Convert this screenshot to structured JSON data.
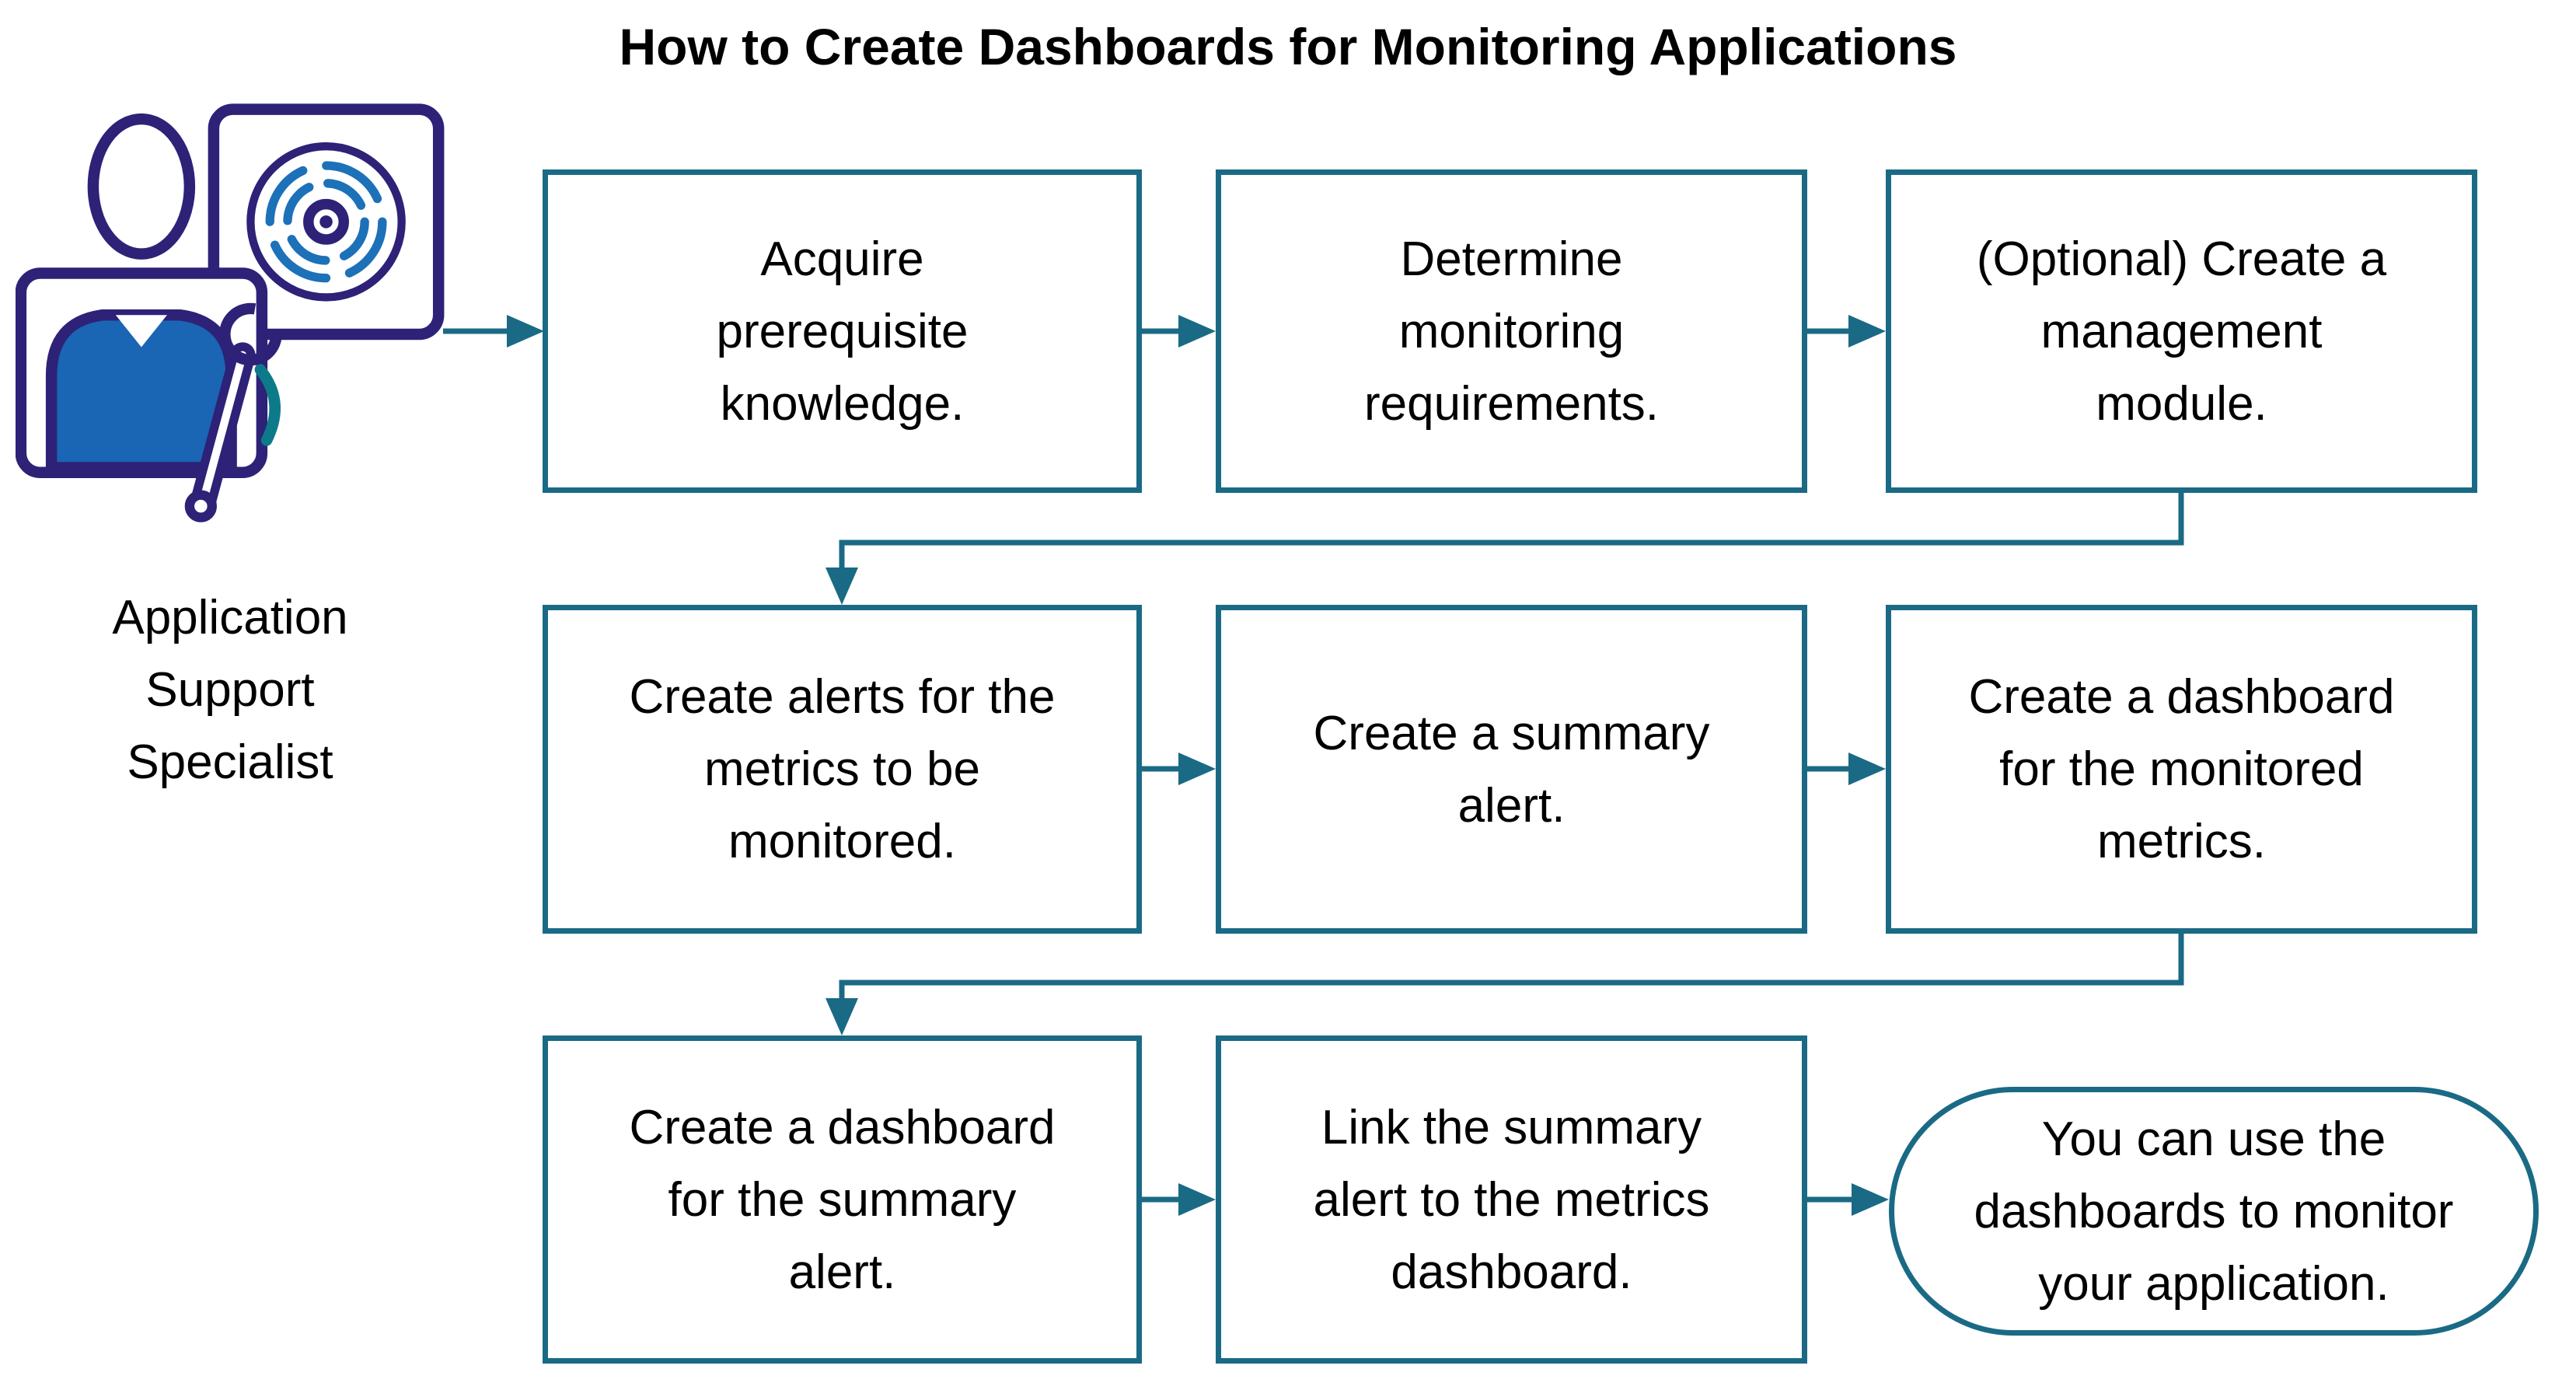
{
  "title": "How to Create Dashboards for Monitoring Applications",
  "actor": {
    "label": "Application\nSupport\nSpecialist",
    "icon": "application-support-specialist-icon"
  },
  "colors": {
    "line": "#1a6a85",
    "ink": "#000000",
    "icon_dark": "#2d2277",
    "icon_blue": "#1a65b4",
    "icon_teal": "#0d7a8a"
  },
  "flow": {
    "rows": [
      {
        "nodes": [
          {
            "label": "Acquire\nprerequisite\nknowledge.",
            "shape": "rect"
          },
          {
            "label": "Determine\nmonitoring\nrequirements.",
            "shape": "rect"
          },
          {
            "label": "(Optional) Create a\nmanagement\nmodule.",
            "shape": "rect"
          }
        ]
      },
      {
        "nodes": [
          {
            "label": "Create alerts for the\nmetrics to be\nmonitored.",
            "shape": "rect"
          },
          {
            "label": "Create a summary\nalert.",
            "shape": "rect"
          },
          {
            "label": "Create a dashboard\nfor the monitored\nmetrics.",
            "shape": "rect"
          }
        ]
      },
      {
        "nodes": [
          {
            "label": "Create a dashboard\nfor the summary\nalert.",
            "shape": "rect"
          },
          {
            "label": "Link the summary\nalert to the metrics\ndashboard.",
            "shape": "rect"
          },
          {
            "label": "You can use the\ndashboards to monitor\nyour application.",
            "shape": "stadium"
          }
        ]
      }
    ]
  }
}
